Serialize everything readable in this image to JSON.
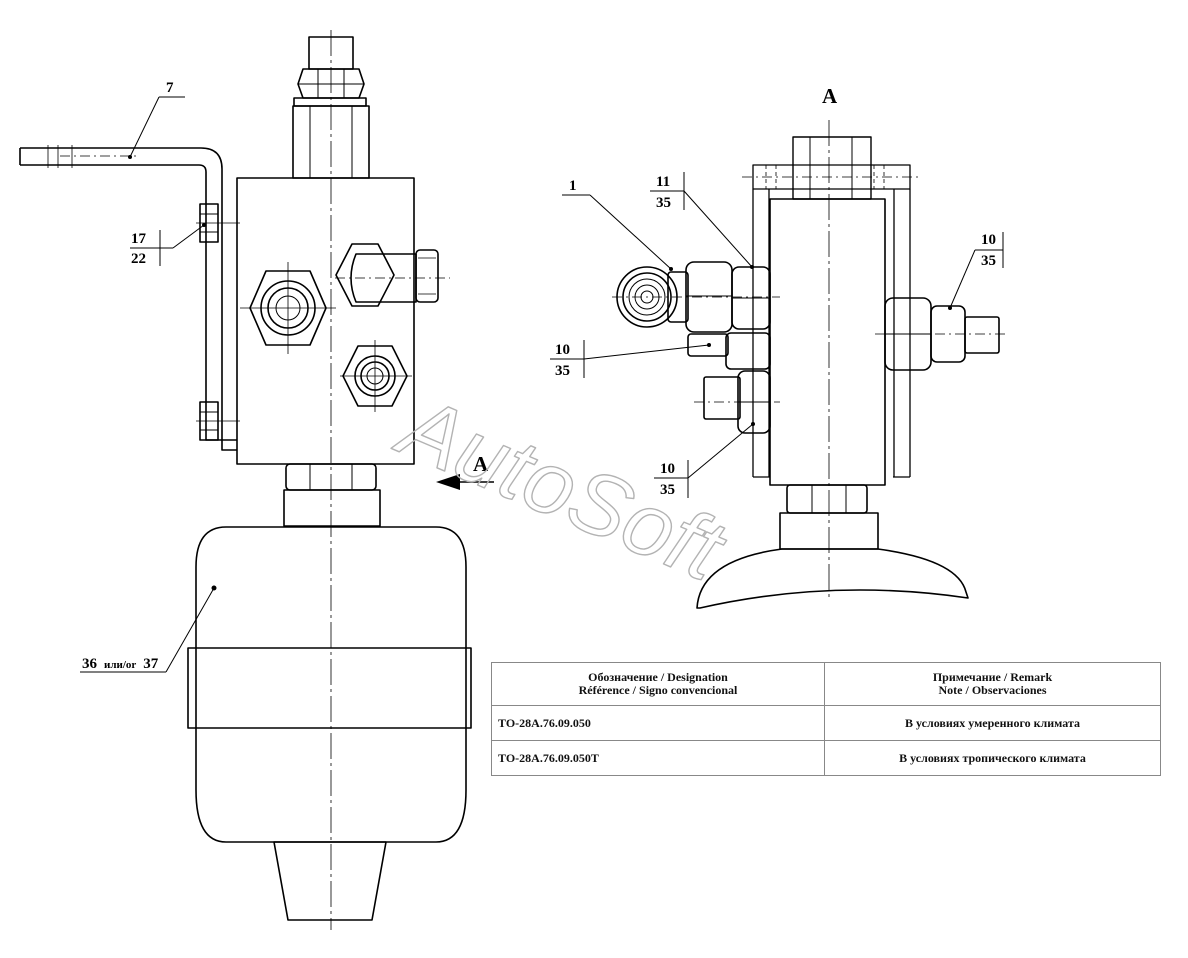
{
  "view_label": "A",
  "arrow_label": "A",
  "callouts": {
    "bracket": "7",
    "bolt_num": "17",
    "bolt_den": "22",
    "tank_num": "36",
    "tank_or": "или/or",
    "tank_alt": "37",
    "fitting": "1",
    "nut_top_num": "11",
    "nut_top_den": "35",
    "nut_right_num": "10",
    "nut_right_den": "35",
    "nut_left_num": "10",
    "nut_left_den": "35",
    "nut_low_num": "10",
    "nut_low_den": "35"
  },
  "watermark": "AutoSoft",
  "table": {
    "header_col1_line1": "Обозначение / Designation",
    "header_col1_line2": "Référence / Signo convencional",
    "header_col2_line1": "Примечание / Remark",
    "header_col2_line2": "Note / Observaciones",
    "rows": [
      {
        "designation": "ТО-28А.76.09.050",
        "remark": "В условиях умеренного климата"
      },
      {
        "designation": "ТО-28А.76.09.050Т",
        "remark": "В условиях тропического климата"
      }
    ]
  }
}
